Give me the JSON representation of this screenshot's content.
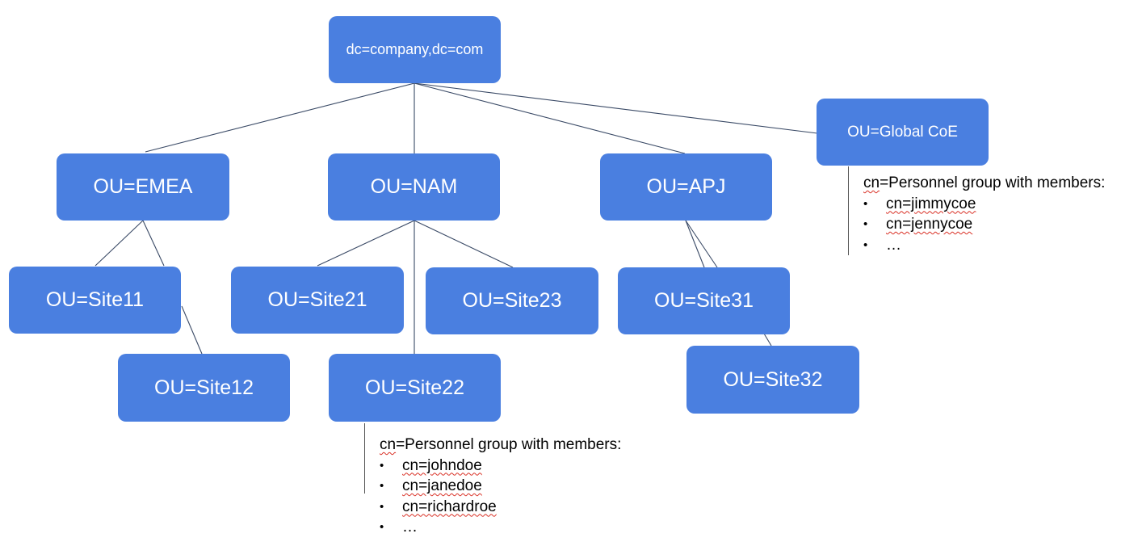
{
  "nodes": {
    "root": {
      "label": "dc=company,dc=com"
    },
    "emea": {
      "label": "OU=EMEA"
    },
    "nam": {
      "label": "OU=NAM"
    },
    "apj": {
      "label": "OU=APJ"
    },
    "global": {
      "label": "OU=Global CoE"
    },
    "site11": {
      "label": "OU=Site11"
    },
    "site12": {
      "label": "OU=Site12"
    },
    "site21": {
      "label": "OU=Site21"
    },
    "site22": {
      "label": "OU=Site22"
    },
    "site23": {
      "label": "OU=Site23"
    },
    "site31": {
      "label": "OU=Site31"
    },
    "site32": {
      "label": "OU=Site32"
    }
  },
  "groups": {
    "global": {
      "title": "cn=Personnel group with members:",
      "members": [
        "cn=jimmycoe",
        "cn=jennycoe",
        "…"
      ]
    },
    "site22": {
      "title": "cn=Personnel group with members:",
      "members": [
        "cn=johndoe",
        "cn=janedoe",
        "cn=richardroe",
        "…"
      ]
    }
  },
  "colors": {
    "node_fill": "#4a7fe0",
    "connector": "#3a4a66"
  }
}
